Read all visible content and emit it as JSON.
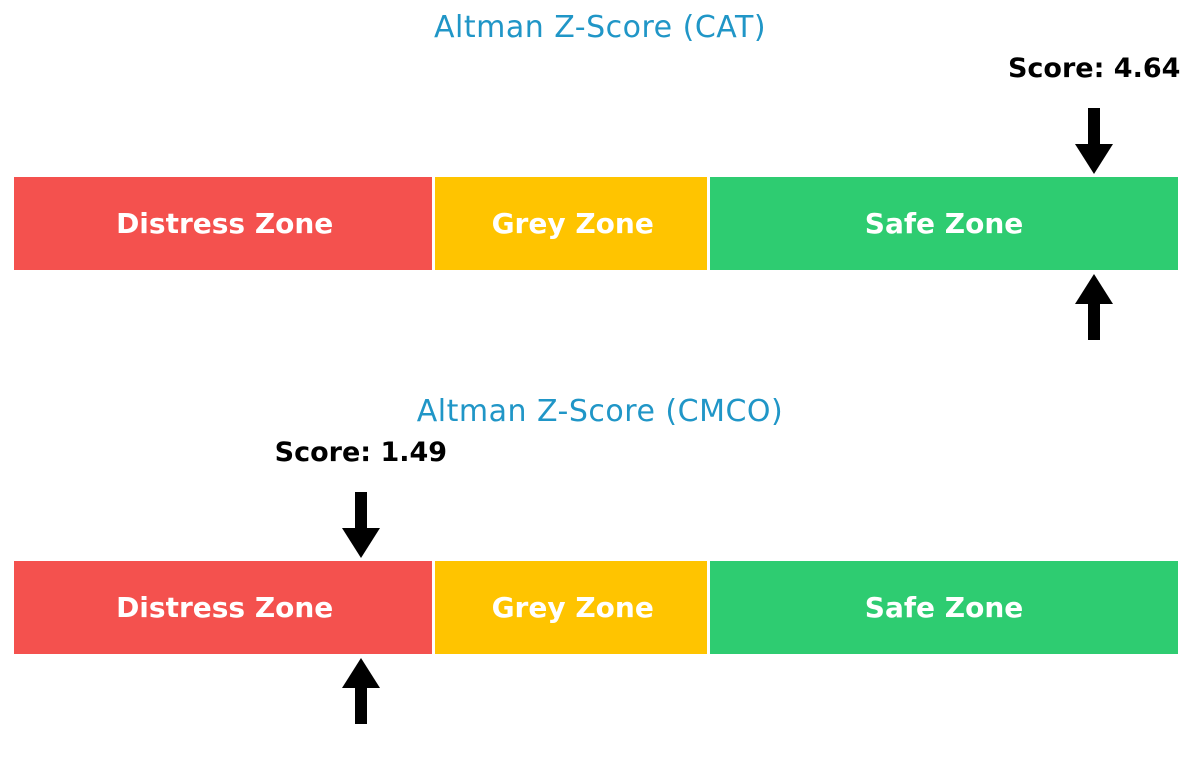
{
  "page": {
    "background": "#ffffff"
  },
  "colors": {
    "title_blue": "#2096C7",
    "distress_red": "#F4514E",
    "grey_yellow": "#FFC400",
    "safe_green": "#2ECC71",
    "arrow_black": "#000000",
    "score_text_black": "#000000",
    "zone_label_white": "#FFFFFF"
  },
  "charts": [
    {
      "title": "Altman Z-Score (CAT)",
      "ticker": "CAT",
      "score_label": "Score: 4.64",
      "zones": [
        {
          "label": "Distress Zone"
        },
        {
          "label": "Grey Zone"
        },
        {
          "label": "Safe Zone"
        }
      ]
    },
    {
      "title": "Altman Z-Score (CMCO)",
      "ticker": "CMCO",
      "score_label": "Score: 1.49",
      "zones": [
        {
          "label": "Distress Zone"
        },
        {
          "label": "Grey Zone"
        },
        {
          "label": "Safe Zone"
        }
      ]
    }
  ],
  "chart_data": [
    {
      "type": "bar",
      "orientation": "horizontal",
      "title": "Altman Z-Score (CAT)",
      "score": 4.64,
      "score_annotation": "Score: 4.64",
      "xlim": [
        0,
        5
      ],
      "grid": false,
      "legend": false,
      "zones": [
        {
          "label": "Distress Zone",
          "start": 0,
          "end": 1.81,
          "color": "#F4514E"
        },
        {
          "label": "Grey Zone",
          "start": 1.81,
          "end": 2.99,
          "color": "#FFC400"
        },
        {
          "label": "Safe Zone",
          "start": 2.99,
          "end": 5,
          "color": "#2ECC71"
        }
      ],
      "marker": {
        "value": 4.64,
        "zone": "Safe Zone",
        "style": "black arrows above and below bar"
      }
    },
    {
      "type": "bar",
      "orientation": "horizontal",
      "title": "Altman Z-Score (CMCO)",
      "score": 1.49,
      "score_annotation": "Score: 1.49",
      "xlim": [
        0,
        5
      ],
      "grid": false,
      "legend": false,
      "zones": [
        {
          "label": "Distress Zone",
          "start": 0,
          "end": 1.81,
          "color": "#F4514E"
        },
        {
          "label": "Grey Zone",
          "start": 1.81,
          "end": 2.99,
          "color": "#FFC400"
        },
        {
          "label": "Safe Zone",
          "start": 2.99,
          "end": 5,
          "color": "#2ECC71"
        }
      ],
      "marker": {
        "value": 1.49,
        "zone": "Distress Zone",
        "style": "black arrows above and below bar"
      }
    }
  ]
}
